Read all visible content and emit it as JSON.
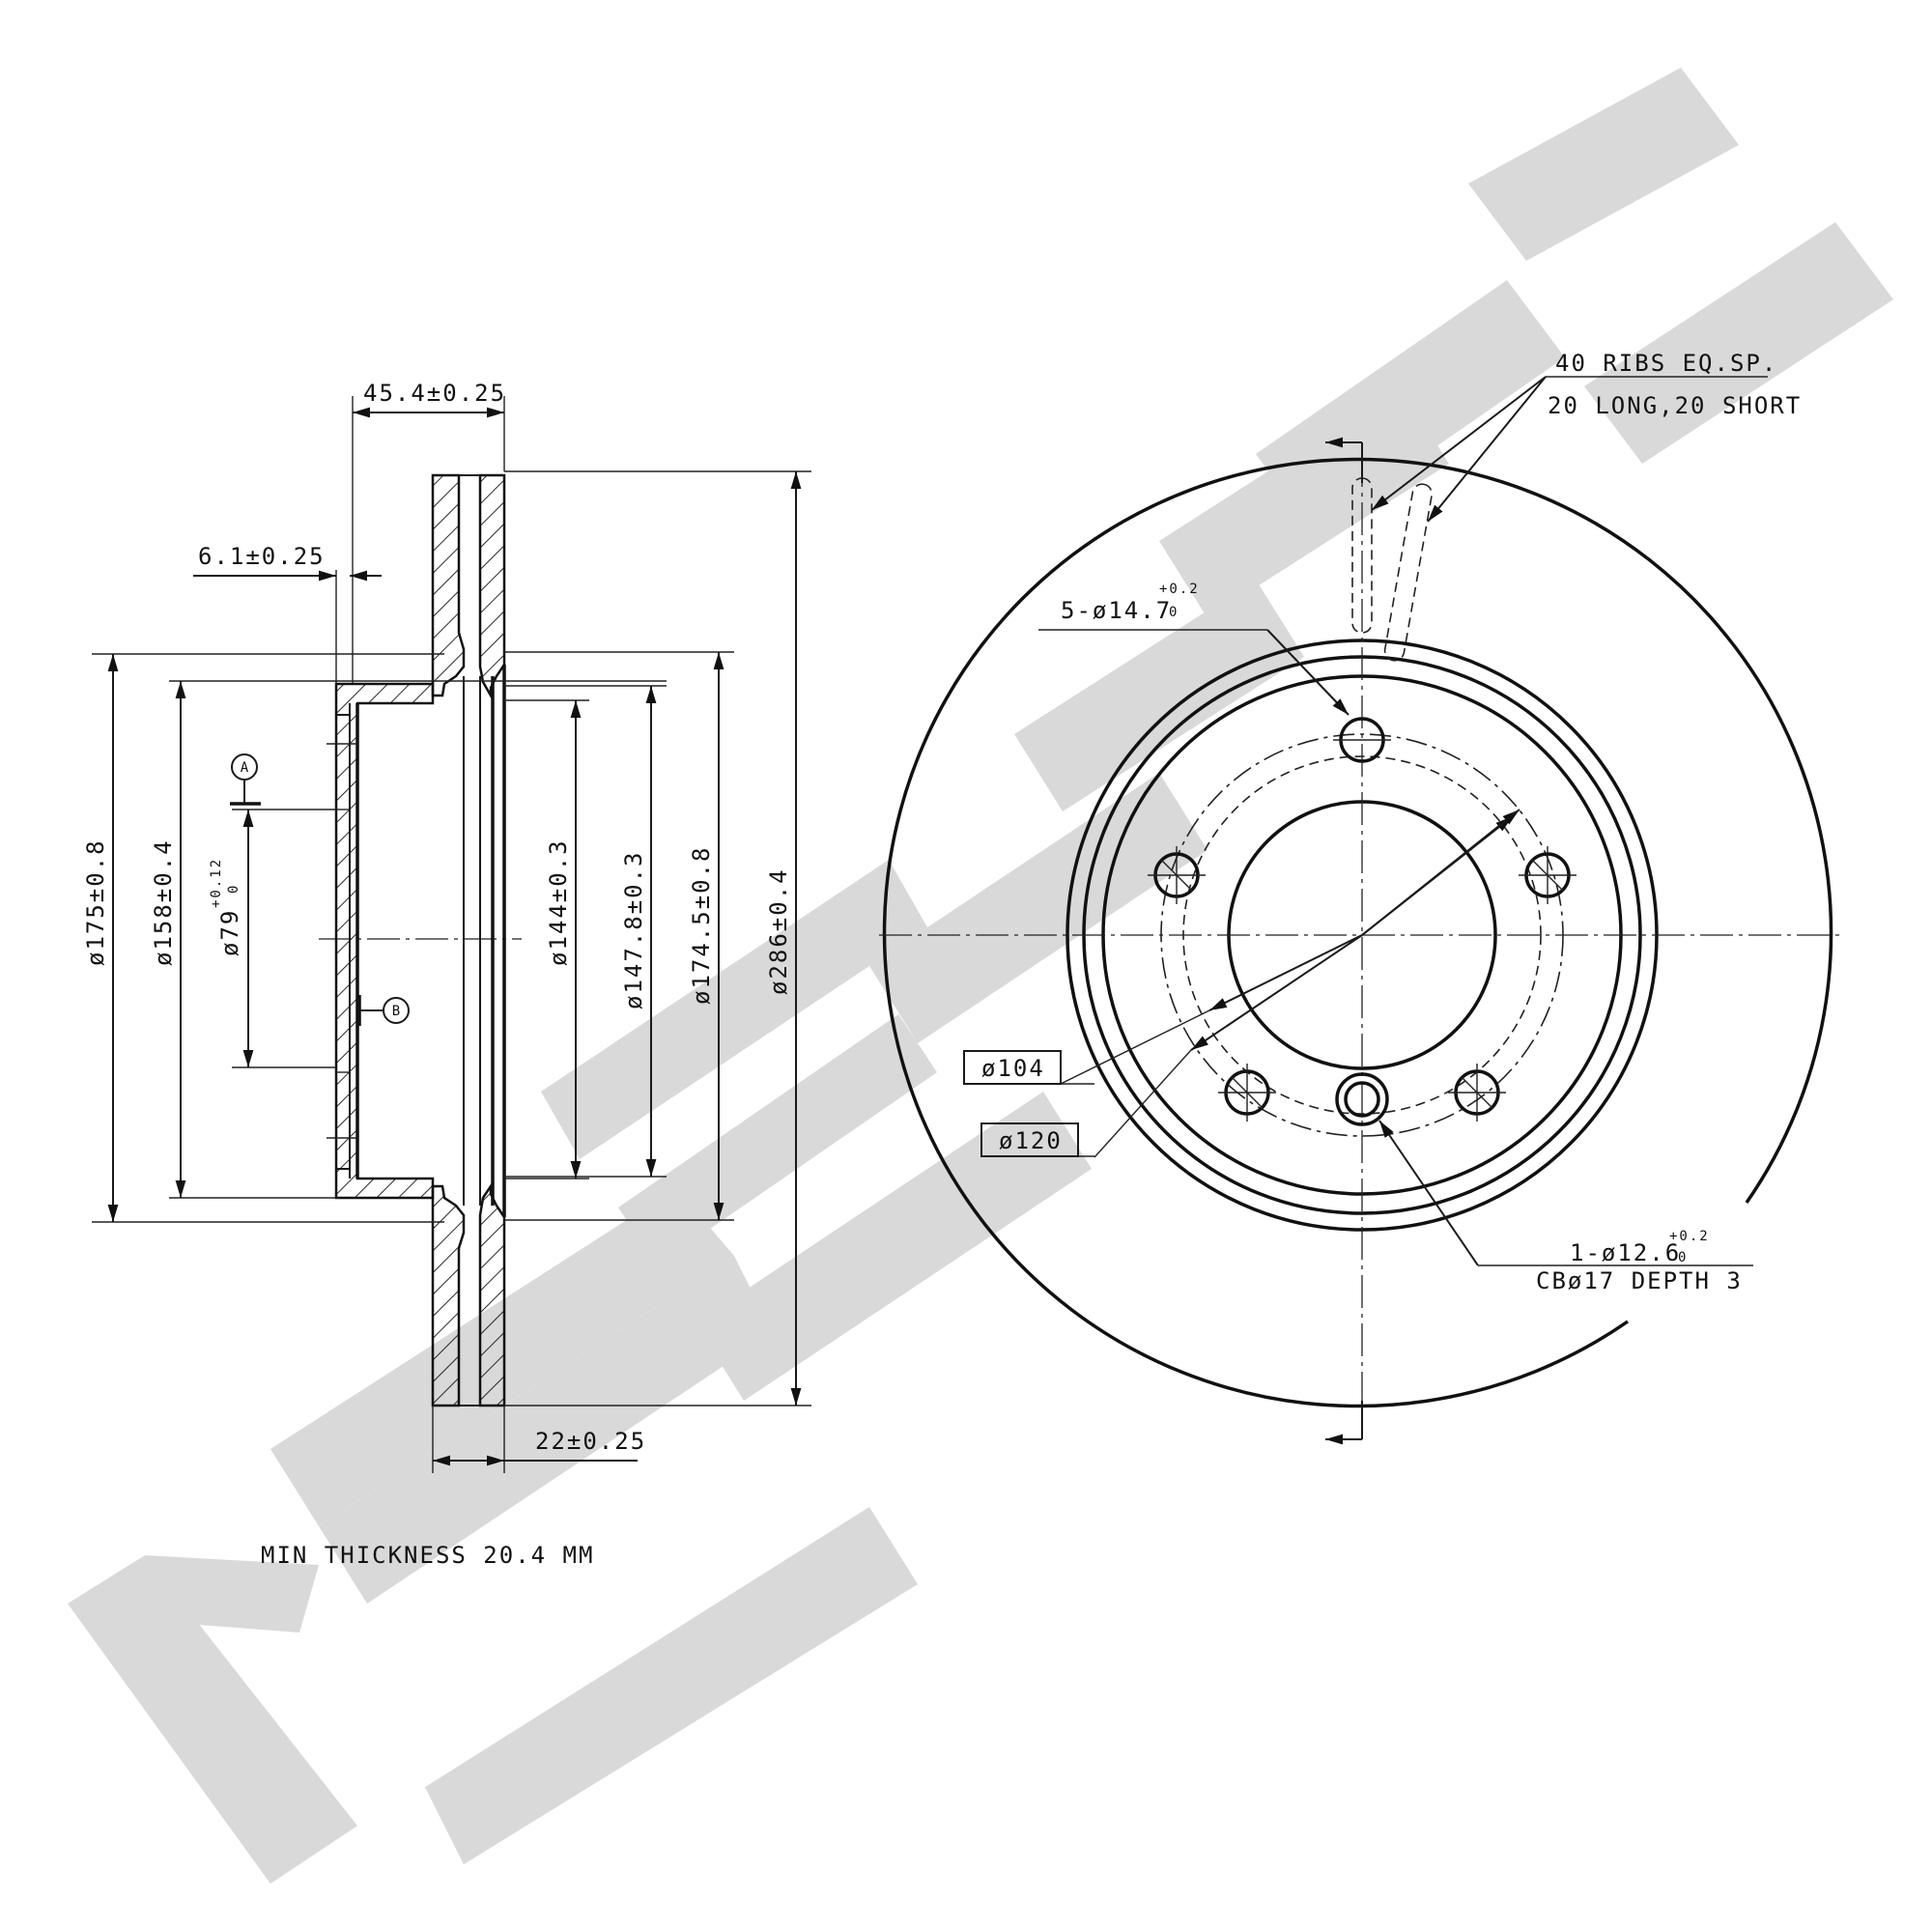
{
  "watermark": {
    "text": "ZEMAK",
    "color": "#d9d9d9"
  },
  "section_view": {
    "dim_overall_width": "45.4±0.25",
    "dim_hat_thickness": "6.1±0.25",
    "dim_thickness": "22±0.25",
    "dia_175": "ø175±0.8",
    "dia_158": "ø158±0.4",
    "dia_79": "ø79",
    "dia_79_tol_upper": "+0.12",
    "dia_79_tol_lower": "0",
    "dia_144": "ø144±0.3",
    "dia_147_8": "ø147.8±0.3",
    "dia_174_5": "ø174.5±0.8",
    "dia_286": "ø286±0.4",
    "datum_a": "A",
    "datum_b": "B",
    "min_thickness": "MIN THICKNESS 20.4 MM"
  },
  "front_view": {
    "ribs_line1": "40 RIBS EQ.SP.",
    "ribs_line2": "20 LONG,20 SHORT",
    "bolt_holes": "5-ø14.7",
    "bolt_holes_tol_upper": "+0.2",
    "bolt_holes_tol_lower": "0",
    "pcd_104": "ø104",
    "pcd_120": "ø120",
    "pin_hole_line1": "1-ø12.6",
    "pin_hole_tol_upper": "+0.2",
    "pin_hole_tol_lower": "0",
    "pin_hole_line2": "CBø17 DEPTH 3"
  }
}
